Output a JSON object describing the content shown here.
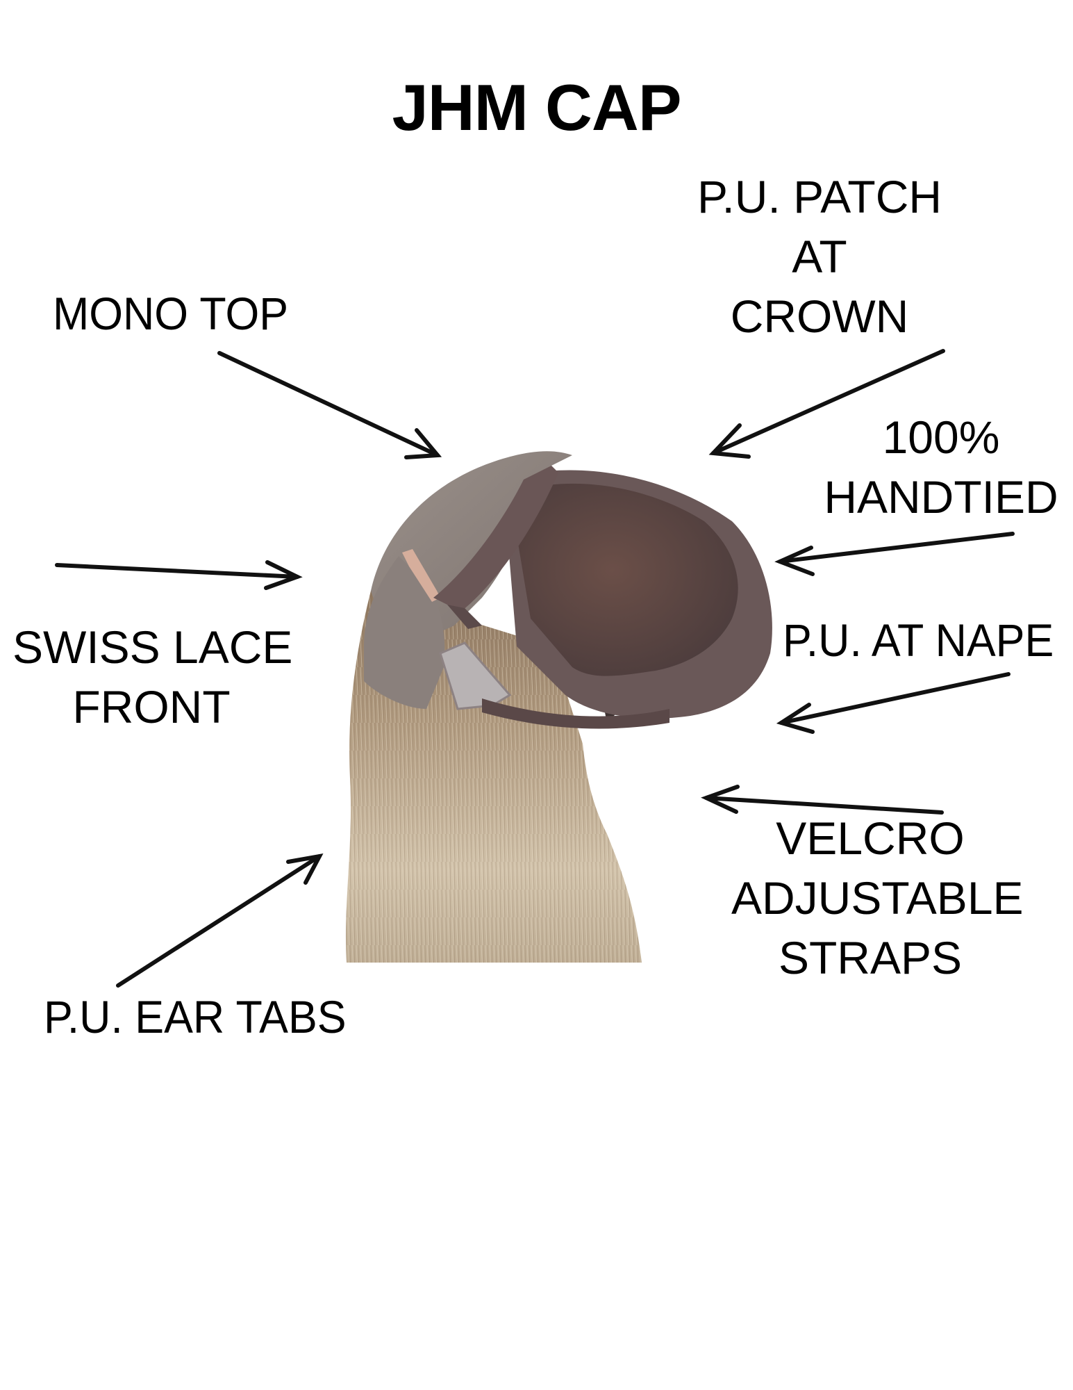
{
  "title": "JHM CAP",
  "labels": {
    "mono_top": "MONO TOP",
    "pu_patch": [
      "P.U. PATCH",
      "AT",
      "CROWN"
    ],
    "handtied": [
      "100%",
      "HANDTIED"
    ],
    "swiss_lace": [
      "SWISS LACE",
      "FRONT"
    ],
    "pu_nape": "P.U. AT NAPE",
    "velcro": [
      "VELCRO",
      "ADJUSTABLE",
      "STRAPS"
    ],
    "ear_tabs": "P.U. EAR TABS"
  },
  "image": {
    "subject": "wig-cap-on-mannequin",
    "colors": {
      "mono_lace": "#8f8680",
      "dark_mesh": "#5a4643",
      "nape_mesh": "#6b5a5a",
      "trim": "#6a5656",
      "hair_light": "#c9b79d",
      "hair_mid": "#a88f74",
      "ear_tab": "#b8b3b4",
      "lace_strip": "#d9b3a1"
    }
  },
  "arrow_color": "#111111"
}
